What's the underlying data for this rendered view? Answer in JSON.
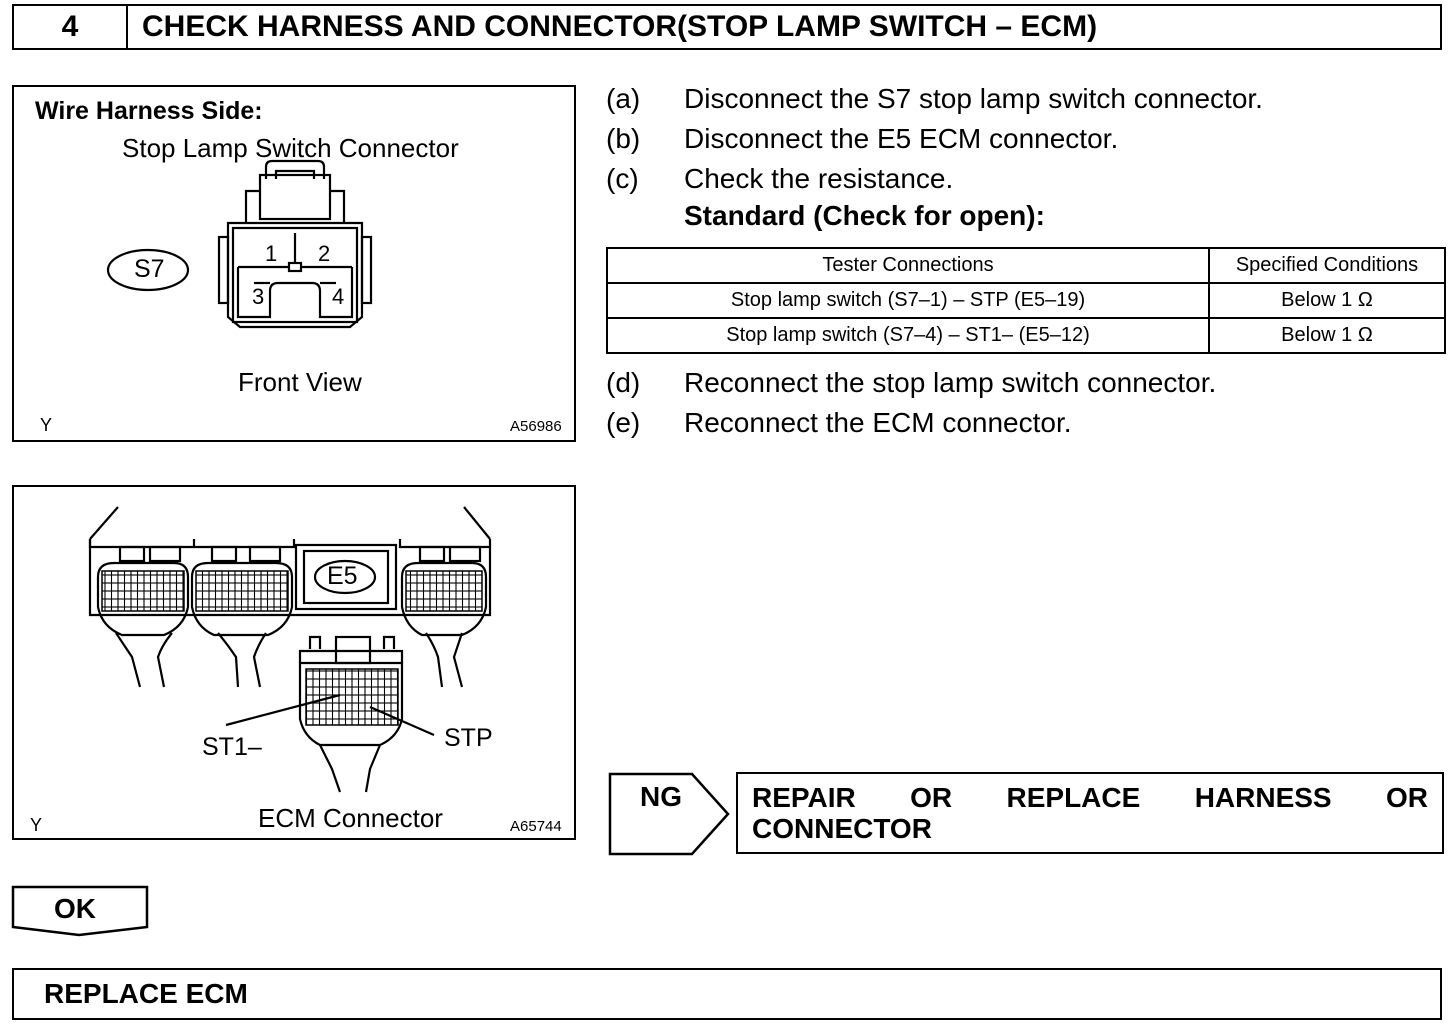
{
  "step": {
    "number": "4",
    "title": "CHECK HARNESS AND CONNECTOR(STOP LAMP SWITCH – ECM)"
  },
  "figure1": {
    "side_label": "Wire Harness Side:",
    "connector_name": "Stop Lamp Switch Connector",
    "connector_code": "S7",
    "pins": [
      "1",
      "2",
      "3",
      "4"
    ],
    "view_label": "Front View",
    "corner_letter": "Y",
    "figure_id": "A56986"
  },
  "figure2": {
    "connector_code": "E5",
    "label_st1": "ST1–",
    "label_stp": "STP",
    "connector_name": "ECM Connector",
    "corner_letter": "Y",
    "figure_id": "A65744"
  },
  "steps_before": [
    {
      "label": "(a)",
      "text": "Disconnect the S7 stop lamp switch connector."
    },
    {
      "label": "(b)",
      "text": "Disconnect the E5 ECM connector."
    },
    {
      "label": "(c)",
      "text": "Check the resistance."
    }
  ],
  "standard_heading": "Standard (Check for open):",
  "spec_table": {
    "headers": [
      "Tester Connections",
      "Specified Conditions"
    ],
    "rows": [
      [
        "Stop lamp switch (S7–1) – STP (E5–19)",
        "Below 1 Ω"
      ],
      [
        "Stop lamp switch (S7–4) – ST1– (E5–12)",
        "Below 1 Ω"
      ]
    ]
  },
  "steps_after": [
    {
      "label": "(d)",
      "text": "Reconnect the stop lamp switch connector."
    },
    {
      "label": "(e)",
      "text": "Reconnect the ECM connector."
    }
  ],
  "ng_result": {
    "badge": "NG",
    "line1_words": [
      "REPAIR",
      "OR",
      "REPLACE",
      "HARNESS",
      "OR"
    ],
    "line2": "CONNECTOR"
  },
  "ok_badge": "OK",
  "final_action": "REPLACE ECM"
}
